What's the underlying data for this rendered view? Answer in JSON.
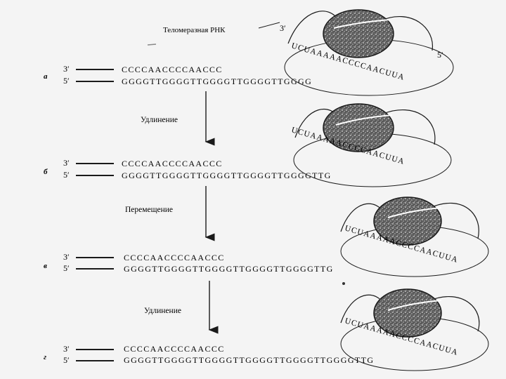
{
  "title_label": "Теломеразная РНК",
  "rna_end_3": "3′",
  "rna_end_5": "5′",
  "rna_sequence": "UCUAAAAACCCCAACUUA",
  "steps": [
    "Удлинение",
    "Перемещение",
    "Удлинение"
  ],
  "panels": [
    {
      "letter": "а",
      "end_top": "3′",
      "end_bottom": "5′",
      "top_seq": "CCCCAACCCCAACCC",
      "bottom_seq": "GGGGTTGGGGTTGGGGTTGGGGTTGGGG"
    },
    {
      "letter": "б",
      "end_top": "3′",
      "end_bottom": "5′",
      "top_seq": "CCCCAACCCCAACCC",
      "bottom_seq": "GGGGTTGGGGTTGGGGTTGGGGTTGGGGTTG"
    },
    {
      "letter": "в",
      "end_top": "3′",
      "end_bottom": "5′",
      "top_seq": "CCCCAACCCCAACCC",
      "bottom_seq": "GGGGTTGGGGTTGGGGTTGGGGTTGGGGTTG"
    },
    {
      "letter": "г",
      "end_top": "3′",
      "end_bottom": "5′",
      "top_seq": "CCCCAACCCCAACCC",
      "bottom_seq": "GGGGTTGGGGTTGGGGTTGGGGTTGGGGTTGGGGTTG"
    }
  ]
}
